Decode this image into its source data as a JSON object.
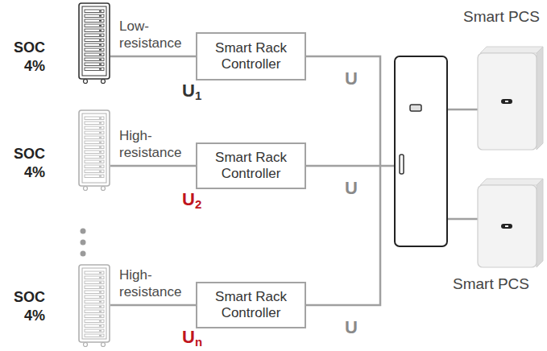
{
  "diagram": {
    "nodes": [
      {
        "text": [
          "SOC 4%"
        ]
      },
      {
        "text": [
          "Smart Rack Controller"
        ]
      },
      {
        "text": [
          "SOC 4%"
        ]
      },
      {
        "text": [
          "Smart Rack Controller"
        ]
      },
      {
        "text": [
          "SOC 4%"
        ]
      },
      {
        "text": [
          "Smart Rack Controller"
        ]
      },
      {
        "text": [
          "Smart PCS"
        ]
      },
      {
        "text": [
          "Smart PCS"
        ]
      }
    ],
    "edges": [
      {
        "from": 0,
        "to": 1,
        "arrow": "none",
        "label": "Low- resistance"
      },
      {
        "from": 2,
        "to": 3,
        "arrow": "none",
        "label": "High- resistance"
      },
      {
        "from": 4,
        "to": 5,
        "arrow": "none",
        "label": "High- resistance"
      }
    ],
    "labels": [
      "U1",
      "U2",
      "Un",
      "U",
      "U",
      "U"
    ]
  }
}
